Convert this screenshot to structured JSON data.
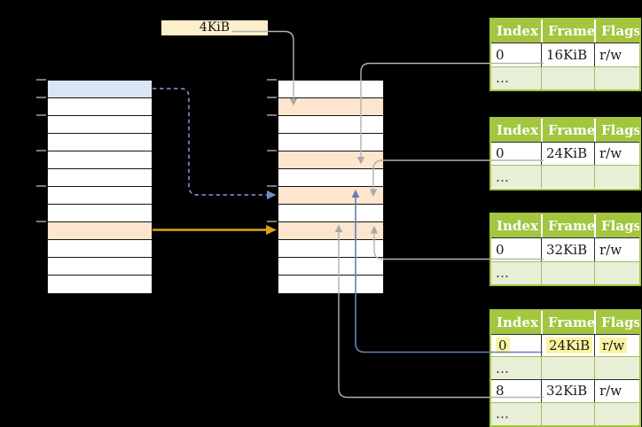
{
  "palette": {
    "background": "#000000",
    "memory_row_white": "#ffffff",
    "virtual_page_blue": "#d9e5f5",
    "frame_orange": "#fde6cd",
    "label_box_cream": "#fcefc9",
    "table_header_green": "#a3c53f",
    "table_dots_row_green": "#e8efd7",
    "highlight_yellow": "#f9f49e",
    "connector_gray": "#b2b2b6",
    "connector_blue": "#5e82b8",
    "connector_dashed_blue": "#7f9ccb",
    "connector_orange": "#dfa013"
  },
  "frame_size_label": {
    "text": "4KiB"
  },
  "memory_columns": {
    "virtual": {
      "row_count": 12,
      "blue_row_index": 1,
      "orange_row_index": 9
    },
    "physical": {
      "row_count": 12,
      "orange_row_indices": [
        2,
        5,
        7,
        9
      ]
    }
  },
  "page_tables": [
    {
      "headers": [
        "Index",
        "Frame",
        "Flags"
      ],
      "rows": [
        [
          "0",
          "16KiB",
          "r/w"
        ],
        [
          "…",
          "",
          ""
        ]
      ]
    },
    {
      "headers": [
        "Index",
        "Frame",
        "Flags"
      ],
      "rows": [
        [
          "0",
          "24KiB",
          "r/w"
        ],
        [
          "…",
          "",
          ""
        ]
      ]
    },
    {
      "headers": [
        "Index",
        "Frame",
        "Flags"
      ],
      "rows": [
        [
          "0",
          "32KiB",
          "r/w"
        ],
        [
          "…",
          "",
          ""
        ]
      ]
    },
    {
      "headers": [
        "Index",
        "Frame",
        "Flags"
      ],
      "highlighted_row": 0,
      "rows": [
        [
          "0",
          "24KiB",
          "r/w"
        ],
        [
          "…",
          "",
          ""
        ],
        [
          "8",
          "32KiB",
          "r/w"
        ],
        [
          "…",
          "",
          ""
        ]
      ]
    }
  ]
}
